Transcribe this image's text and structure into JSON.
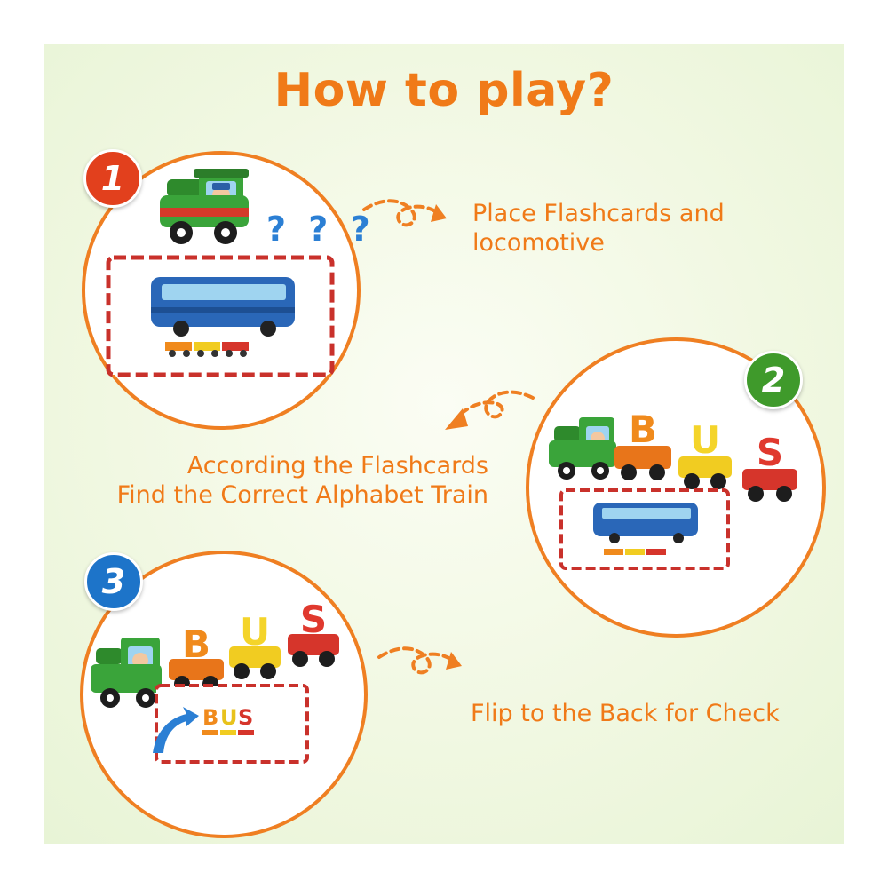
{
  "title": "How to play?",
  "colors": {
    "accent": "#f07a18",
    "step1": "#e2401d",
    "step2": "#3f9a2b",
    "step3": "#1d74c9"
  },
  "steps": [
    {
      "number": "1",
      "text_line1": "Place Flashcards and",
      "text_line2": "locomotive"
    },
    {
      "number": "2",
      "text_line1": "According the Flashcards",
      "text_line2": "Find the Correct Alphabet Train"
    },
    {
      "number": "3",
      "text_line1": "Flip to the Back for Check"
    }
  ],
  "illustration": {
    "question_marks": [
      "?",
      "?",
      "?"
    ],
    "letters": [
      "B",
      "U",
      "S"
    ],
    "check_word": [
      "B",
      "U",
      "S"
    ]
  }
}
